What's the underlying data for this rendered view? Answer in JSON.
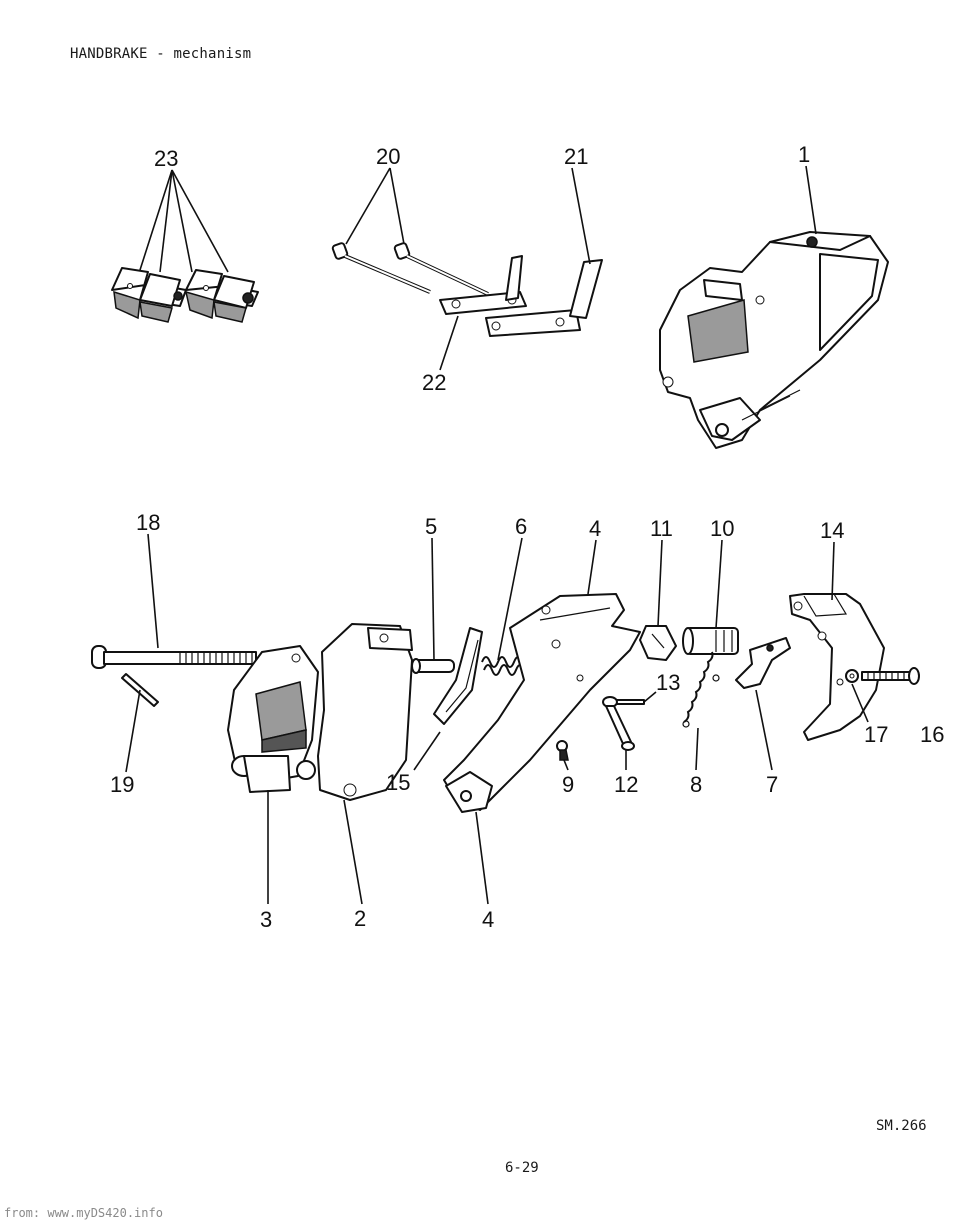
{
  "header": {
    "title": "HANDBRAKE - mechanism"
  },
  "footer": {
    "ref_code": "SM.266",
    "page_number": "6-29",
    "watermark": "from: www.myDS420.info"
  },
  "callouts": {
    "c1": "1",
    "c2": "2",
    "c3": "3",
    "c4a": "4",
    "c4b": "4",
    "c5": "5",
    "c6": "6",
    "c7": "7",
    "c8": "8",
    "c9": "9",
    "c10": "10",
    "c11": "11",
    "c12": "12",
    "c13": "13",
    "c14": "14",
    "c15": "15",
    "c16": "16",
    "c17": "17",
    "c18": "18",
    "c19": "19",
    "c20": "20",
    "c21": "21",
    "c22": "22",
    "c23": "23"
  }
}
